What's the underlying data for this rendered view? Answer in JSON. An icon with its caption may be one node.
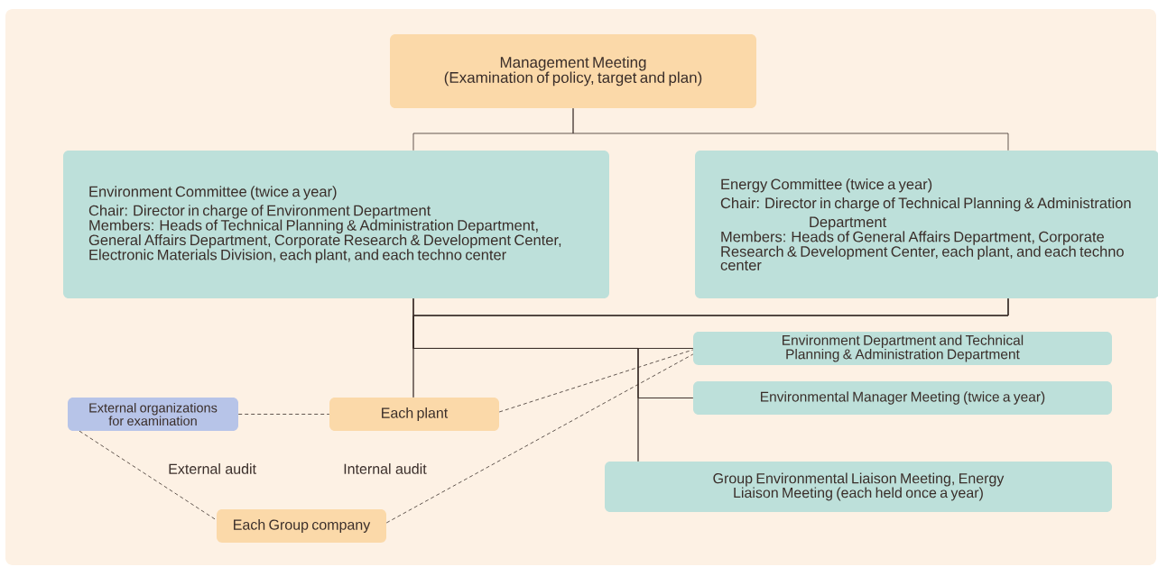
{
  "diagram": {
    "nodes": [
      {
        "text": [
          "Management Meeting",
          "(Examination of policy, target and plan)"
        ]
      },
      {
        "text": [
          "Environment Committee (twice a year)",
          "Chair: Director in charge of Environment Department",
          "Members: Heads of Technical Planning & Administration Department, General Affairs Department, Corporate Research & Development Center, Electronic Materials Division, each plant, and each techno center"
        ]
      },
      {
        "text": [
          "Energy Committee (twice a year)",
          "Chair: Director in charge of Technical Planning & Administration Department",
          "Members: Heads of General Affairs Department, Corporate Research & Development Center, each plant, and each techno center"
        ]
      },
      {
        "text": [
          "Environment Department and Technical Planning & Administration Department"
        ]
      },
      {
        "text": [
          "Environmental Manager Meeting (twice a year)"
        ]
      },
      {
        "text": [
          "Group Environmental Liaison Meeting, Energy Liaison Meeting (each held once a year)"
        ]
      },
      {
        "text": [
          "External organizations for examination"
        ]
      },
      {
        "text": [
          "Each plant"
        ]
      },
      {
        "text": [
          "Each Group company"
        ]
      }
    ],
    "edges": [
      {
        "from": 0,
        "to": 1,
        "arrow": "none"
      },
      {
        "from": 0,
        "to": 2,
        "arrow": "none"
      },
      {
        "from": 1,
        "to": 7,
        "arrow": "none"
      },
      {
        "from": 2,
        "to": 7,
        "arrow": "none"
      },
      {
        "from": 1,
        "to": 3,
        "arrow": "none"
      },
      {
        "from": 2,
        "to": 3,
        "arrow": "none"
      },
      {
        "from": 1,
        "to": 4,
        "arrow": "none"
      },
      {
        "from": 2,
        "to": 4,
        "arrow": "none"
      },
      {
        "from": 1,
        "to": 5,
        "arrow": "none"
      },
      {
        "from": 2,
        "to": 5,
        "arrow": "none"
      },
      {
        "from": 6,
        "to": 7,
        "arrow": "none",
        "style": "dashed"
      },
      {
        "from": 6,
        "to": 8,
        "arrow": "none",
        "style": "dashed"
      },
      {
        "from": 7,
        "to": 3,
        "arrow": "none",
        "style": "dashed"
      },
      {
        "from": 8,
        "to": 3,
        "arrow": "none",
        "style": "dashed"
      }
    ],
    "labels": [
      "External audit",
      "Internal audit"
    ]
  }
}
